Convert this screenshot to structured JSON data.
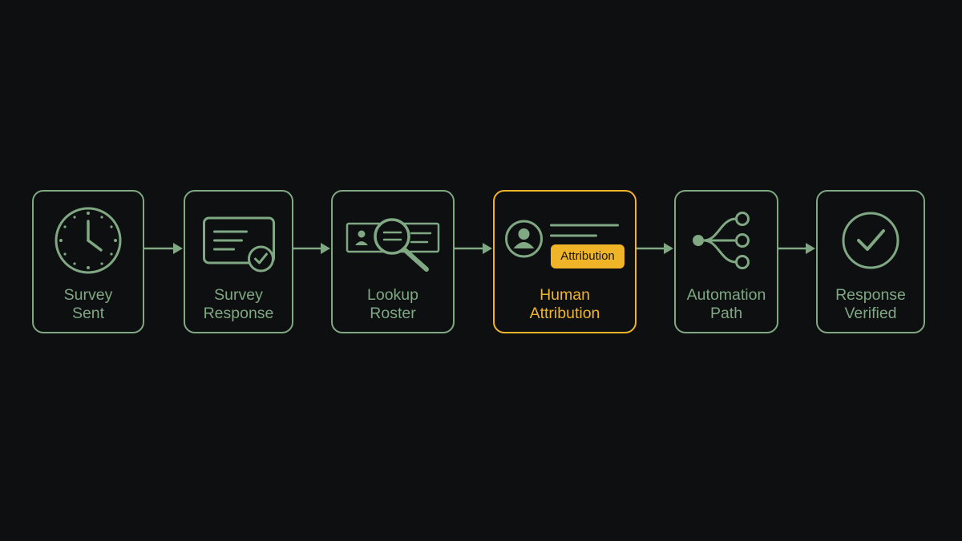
{
  "colors": {
    "background": "#0d0f11",
    "stroke": "#7fa883",
    "highlight": "#f0b429"
  },
  "steps": [
    {
      "line1": "Survey",
      "line2": "Sent",
      "icon": "clock-icon"
    },
    {
      "line1": "Survey",
      "line2": "Response",
      "icon": "message-check-icon"
    },
    {
      "line1": "Lookup",
      "line2": "Roster",
      "icon": "magnifier-roster-icon"
    },
    {
      "line1": "Human",
      "line2": "Attribution",
      "icon": "user-profile-icon",
      "badge": "Attribution",
      "highlighted": true
    },
    {
      "line1": "Automation",
      "line2": "Path",
      "icon": "branching-nodes-icon"
    },
    {
      "line1": "Response",
      "line2": "Verified",
      "icon": "check-circle-icon"
    }
  ]
}
